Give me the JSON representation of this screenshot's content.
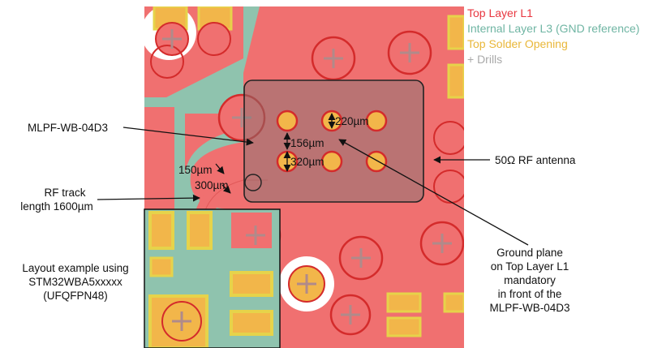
{
  "legend": {
    "items": [
      {
        "label": "Top Layer L1",
        "color": "#e8363f"
      },
      {
        "label": "Internal Layer L3 (GND reference)",
        "color": "#6fb5a3"
      },
      {
        "label": "Top Solder Opening",
        "color": "#e9b739"
      },
      {
        "label": "+ Drills",
        "color": "#a9a9a9"
      }
    ]
  },
  "callouts": {
    "mlpf": "MLPF-WB-04D3",
    "rf_track_line1": "RF track",
    "rf_track_line2": "length 1600µm",
    "layout_line1": "Layout example using",
    "layout_line2": "STM32WBA5xxxxx",
    "layout_line3": "(UFQFPN48)",
    "antenna": "50Ω RF antenna",
    "ground_line1": "Ground plane",
    "ground_line2": "on Top Layer L1",
    "ground_line3": "mandatory",
    "ground_line4": "in front of the",
    "ground_line5": "MLPF-WB-04D3"
  },
  "dimensions": {
    "pitch": "220µm",
    "gap": "156µm",
    "ball": "320µm",
    "track_width": "150µm",
    "clearance": "300µm"
  },
  "colors": {
    "top_copper": "#f07070",
    "gnd_reference": "#8fc3ae",
    "solder_opening": "#f2b64a",
    "pad_outline": "#d42b2b",
    "drill": "#b08a8a"
  }
}
